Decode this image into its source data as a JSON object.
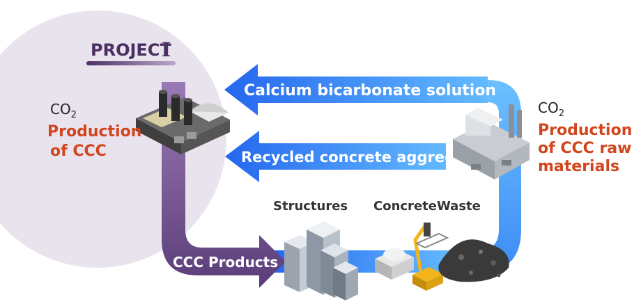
{
  "project": {
    "title": "PROJECT",
    "numeral": "I"
  },
  "left_site": {
    "co2": "CO",
    "co2_sub": "2",
    "line1": "Production",
    "line2": "of CCC"
  },
  "right_site": {
    "co2": "CO",
    "co2_sub": "2",
    "line1": "Production",
    "line2": "of CCC raw",
    "line3": "materials"
  },
  "flows": {
    "top": "Calcium bicarbonate solution",
    "middle": "Recycled concrete aggregate",
    "bottom": "CCC Products"
  },
  "labels": {
    "structures": "Structures",
    "waste": "ConcreteWaste"
  },
  "colors": {
    "blue_start": "#2a6cf0",
    "blue_end": "#5fb6ff",
    "purple_top": "#8b6aa8",
    "purple_bottom": "#5b3f78",
    "accent": "#d2461e",
    "circle": "#e8e2ec"
  }
}
